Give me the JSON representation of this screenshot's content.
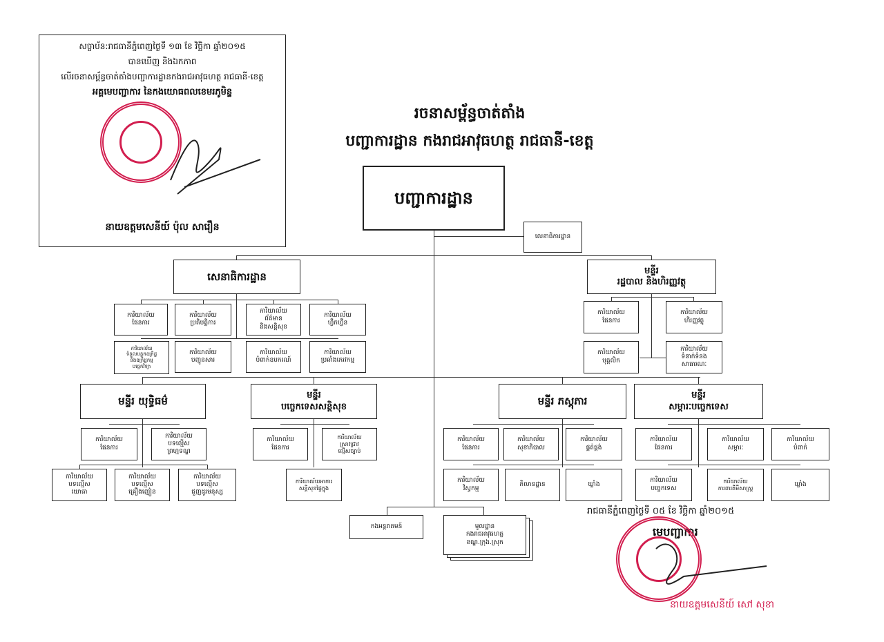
{
  "approval": {
    "line1": "សច្ចាប័ន:រាជធានីភ្នំពេញថ្ងៃទី ១៣ ខែ វិច្ឆិកា ឆ្នាំ២០១៥",
    "line2": "បានឃើញ និងឯកភាព",
    "line3": "លើរចនាសម្ព័ន្ធចាត់តាំងបញ្ជាការដ្ឋានកងរាជអាវុធហត្ថ រាជធានី-ខេត្ត",
    "line4": "អគ្គមេបញ្ជាការ នៃកងយោធពលខេមរភូមិន្ទ",
    "signer": "នាយឧត្តមសេនីយ៍ ប៉ុល សារឿន"
  },
  "title": {
    "line1": "រចនាសម្ព័ន្ធចាត់តាំង",
    "line2": "បញ្ជាការដ្ឋាន កងរាជអាវុធហត្ថ រាជធានី-ខេត្ត"
  },
  "org": {
    "root": "បញ្ជាការដ្ឋាន",
    "secretariat": "លេខាធិការដ្ឋាន",
    "general_staff": "សេនាធិការដ្ឋាន",
    "gs_offices": [
      "ការិយាល័យ\nផែនការ",
      "ការិយាល័យ\nប្រតិបត្តិការ",
      "ការិយាល័យ\nព័ត៌មាន\nនិងសន្តិសុខ",
      "ការិយាល័យ\nហ្វឹកហ្វឺន",
      "ការិយាល័យ\nទំនួលបន្ទុកឧក្រិដ្ឋ\nនិងឧក្រិដ្ឋកម្ម\nបច្ចេកវិទ្យា",
      "ការិយាល័យ\nបញ្ជូនសារ",
      "ការិយាល័យ\nបំពាក់ឧបករណ៍",
      "ការិយាល័យ\nប្រឆាំងភេរវកម្ម"
    ],
    "admin_dept": "មន្ទីរ\nរដ្ឋបាល និងហិរញ្ញវត្ថុ",
    "admin_offices": [
      "ការិយាល័យ\nផែនការ",
      "ការិយាល័យ\nហិរញ្ញវត្ថុ",
      "ការិយាល័យ\nបុគ្គលិក",
      "ការិយាល័យ\nទំនាក់ទំនង\nសាធារណៈ"
    ],
    "politics_dept": "មន្ទីរ យុទ្ធិធម៌",
    "politics_offices": [
      "ការិយាល័យ\nផែនការ",
      "ការិយាល័យ\nបទល្មើស\nព្រហ្មទណ្ឌ",
      "ការិយាល័យ\nបទល្មើស\nយោធា",
      "ការិយាល័យ\nបទល្មើស\nគ្រឿងញៀន",
      "ការិយាល័យ\nបទល្មើស\nជួញដូរមនុស្ស"
    ],
    "security_dept": "មន្ទីរ\nបច្ចេកទេសសន្តិសុខ",
    "security_offices": [
      "ការិយាល័យ\nផែនការ",
      "ការិយាល័យ\nស្រាវជ្រាវ\nល្មើសច្បាប់",
      "ការិយាល័យអាការ\nសន្តិសុខផ្ទៃក្នុង"
    ],
    "logistics_dept": "មន្ទីរ ភស្តុភារ",
    "logistics_offices": [
      "ការិយាល័យ\nផែនការ",
      "ការិយាល័យ\nសុខាភិបាល",
      "ការិយាល័យ\nផ្គត់ផ្គង់",
      "ការិយាល័យ\nវិស្វកម្ម",
      "គិលានដ្ឋាន",
      "ឃ្លាំង"
    ],
    "technical_dept": "មន្ទីរ\nសម្ភារៈបច្ចេកទេស",
    "technical_offices": [
      "ការិយាល័យ\nផែនការ",
      "ការិយាល័យ\nសម្ភារៈ",
      "ការិយាល័យ\nបំពាក់",
      "ការិយាល័យ\nបច្ចេកទេស",
      "ការិយាល័យ\nការពារគីមីសាស្ត្រ",
      "ឃ្លាំង"
    ],
    "intervention": "កងអន្តរាគមន៍",
    "bases": "មូលដ្ឋាន\nកងរាជអាវុធហត្ថ\nខណ្ឌ.ក្រុង.ស្រុក"
  },
  "footer": {
    "date": "រាជធានីភ្នំពេញថ្ងៃទី ០៥ ខែ វិច្ឆិកា ឆ្នាំ២០១៥",
    "role": "មេបញ្ជាការ",
    "signer": "នាយឧត្តមសេនីយ៍ សៅ សុខា"
  },
  "colors": {
    "stamp": "#d21e4f",
    "ink": "#222222"
  }
}
